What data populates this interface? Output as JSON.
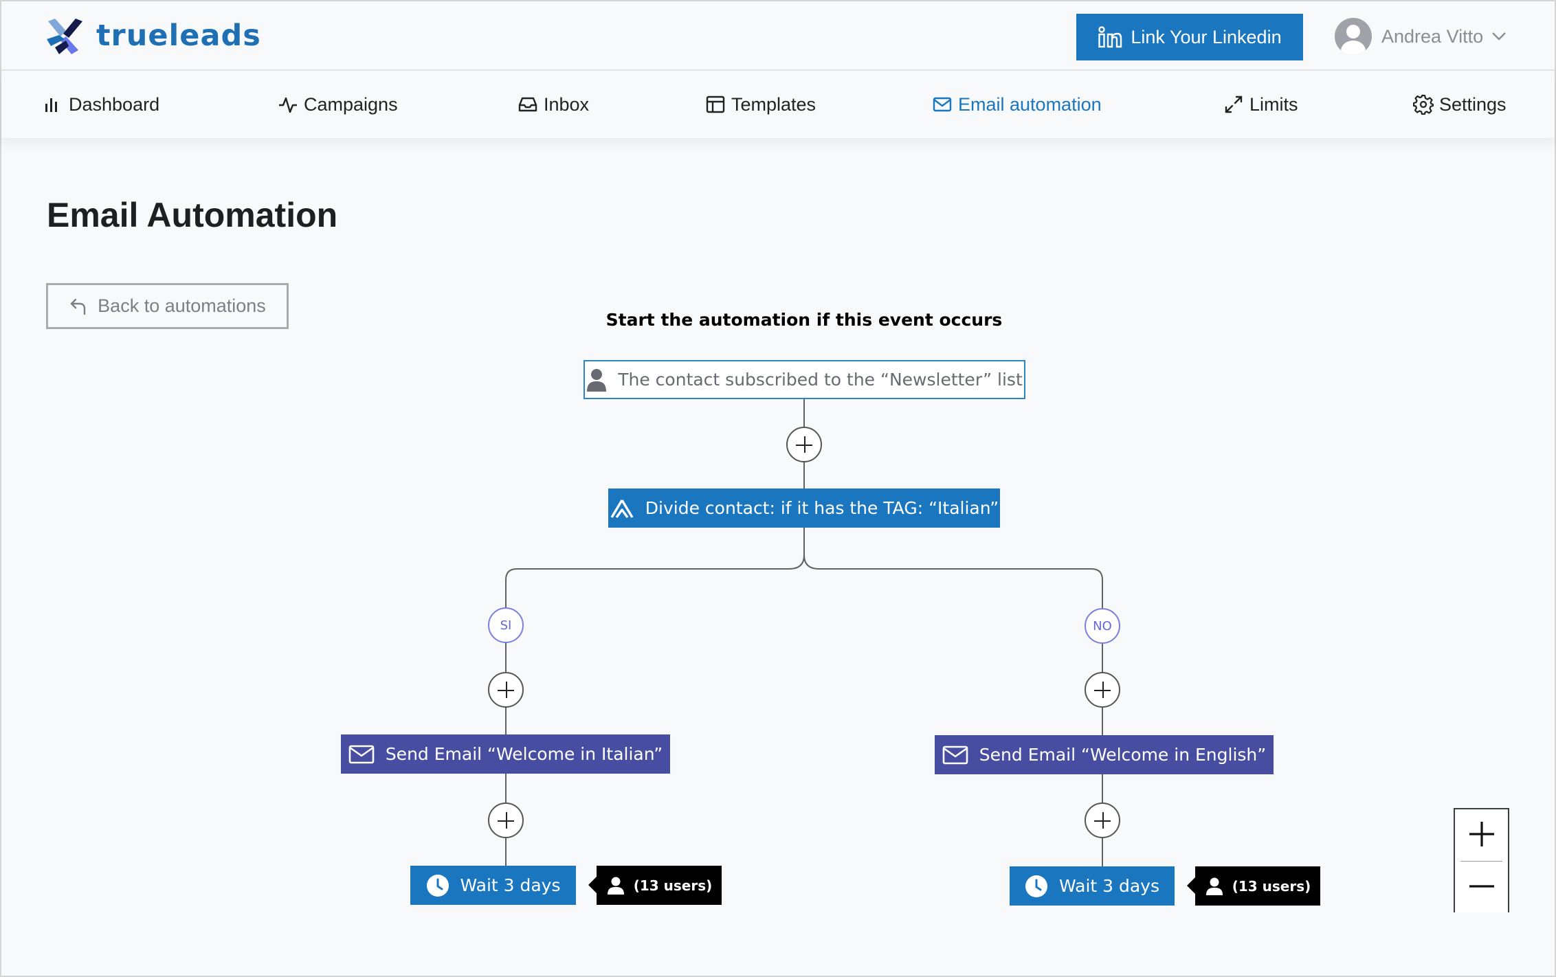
{
  "brand": {
    "name": "trueleads",
    "color": "#1e6fb3"
  },
  "header": {
    "linkedin_button": "Link Your Linkedin",
    "user_name": "Andrea Vitto"
  },
  "nav": {
    "items": [
      {
        "label": "Dashboard",
        "icon": "bar-chart-icon",
        "active": false
      },
      {
        "label": "Campaigns",
        "icon": "activity-icon",
        "active": false
      },
      {
        "label": "Inbox",
        "icon": "inbox-icon",
        "active": false
      },
      {
        "label": "Templates",
        "icon": "layout-icon",
        "active": false
      },
      {
        "label": "Email automation",
        "icon": "mail-icon",
        "active": true
      },
      {
        "label": "Limits",
        "icon": "expand-icon",
        "active": false
      },
      {
        "label": "Settings",
        "icon": "gear-icon",
        "active": false
      }
    ]
  },
  "page": {
    "title": "Email Automation",
    "back_button": "Back to automations"
  },
  "flow": {
    "heading": "Start the automation if this event occurs",
    "trigger": "The contact subscribed to the “Newsletter” list",
    "divide": "Divide contact: if it has the TAG: “Italian”",
    "branches": [
      {
        "label": "SI",
        "send_email": "Send Email “Welcome in Italian”",
        "wait": "Wait 3 days",
        "users": "(13 users)"
      },
      {
        "label": "NO",
        "send_email": "Send Email “Welcome in English”",
        "wait": "Wait 3 days",
        "users": "(13 users)"
      }
    ]
  },
  "colors": {
    "accent": "#1b76c0",
    "send_node": "#474ea1",
    "branch_circle": "#7a7fdc",
    "badge": "#000000"
  }
}
